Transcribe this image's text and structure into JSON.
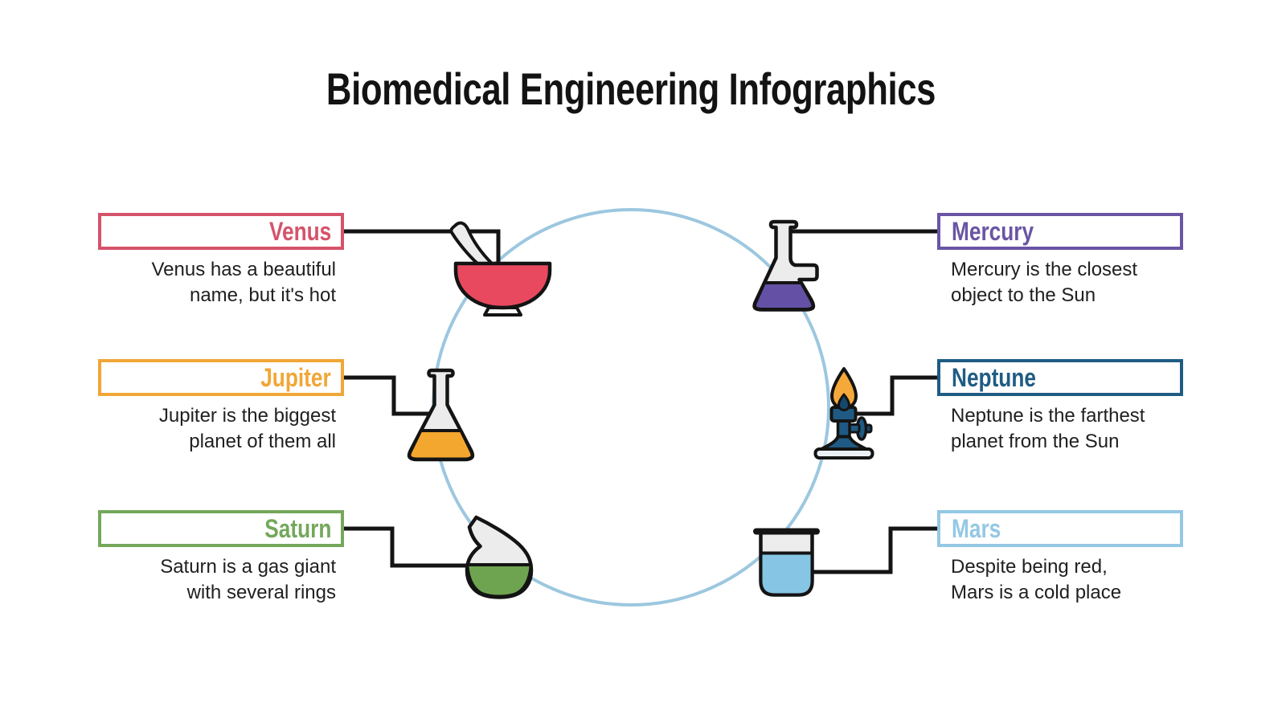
{
  "title": "Biomedical Engineering Infographics",
  "circle_color": "#9CC7DF",
  "connector_color": "#141414",
  "panels": [
    {
      "name": "Venus",
      "description": "Venus has a beautiful\nname, but it's hot",
      "color": "#D5536A",
      "side": "left",
      "icon": "mortar-and-pestle"
    },
    {
      "name": "Jupiter",
      "description": "Jupiter is the biggest\nplanet of them all",
      "color": "#F1A636",
      "side": "left",
      "icon": "erlenmeyer-flask"
    },
    {
      "name": "Saturn",
      "description": "Saturn is a gas giant\nwith several rings",
      "color": "#74A85B",
      "side": "left",
      "icon": "retort-flask"
    },
    {
      "name": "Mercury",
      "description": "Mercury is the closest\nobject to the Sun",
      "color": "#6A55A4",
      "side": "right",
      "icon": "side-arm-flask"
    },
    {
      "name": "Neptune",
      "description": "Neptune is the farthest\nplanet from the Sun",
      "color": "#1F5C82",
      "side": "right",
      "icon": "bunsen-burner"
    },
    {
      "name": "Mars",
      "description": "Despite being red,\nMars is a cold place",
      "color": "#94C8E4",
      "side": "right",
      "icon": "beaker"
    }
  ],
  "icon_colors": {
    "stroke": "#141414",
    "glass": "#ECECEC",
    "white": "#FFFFFF",
    "mortar_red": "#E8495F",
    "flask_orange": "#F4A72F",
    "retort_green": "#6EA44F",
    "flask_purple": "#6451A6",
    "burner_blue": "#1E5A83",
    "burner_dark": "#16486B",
    "flame_orange": "#F6A93B",
    "beaker_blue": "#86C6E4",
    "base_plate": "#EAF0F5"
  }
}
